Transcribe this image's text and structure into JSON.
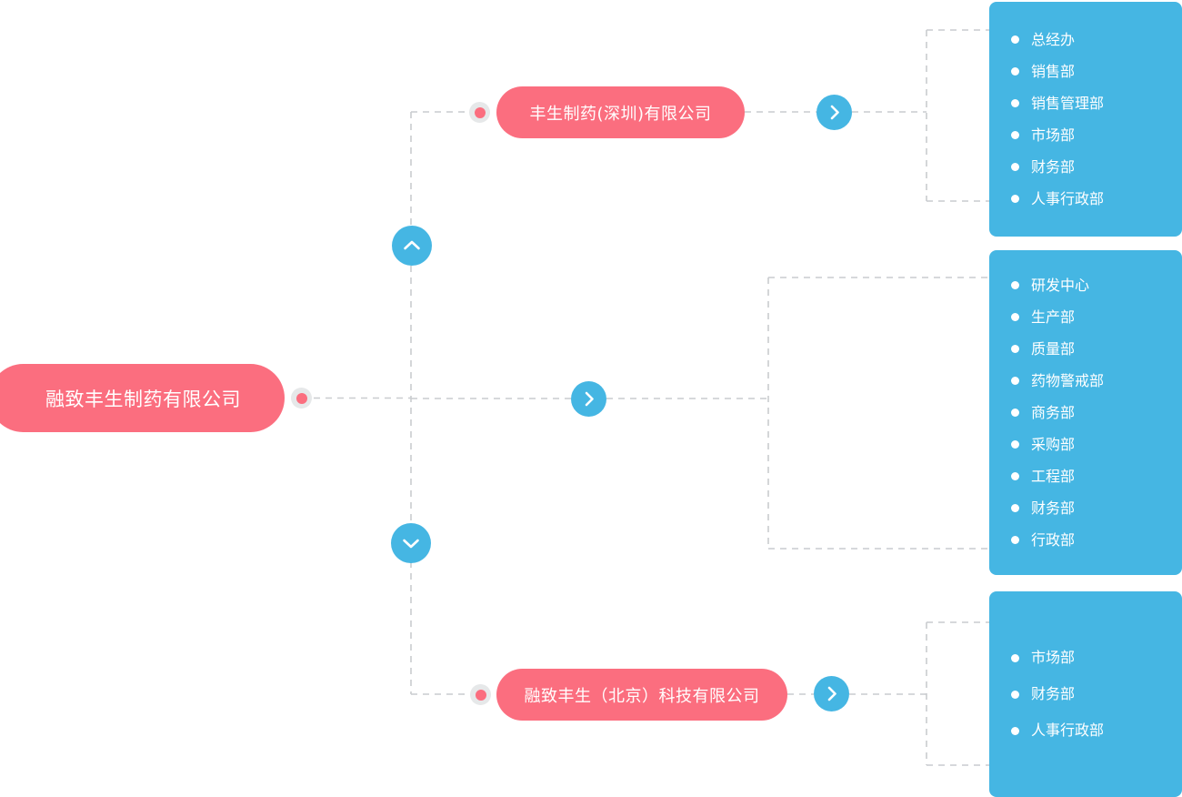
{
  "colors": {
    "pink": "#fb6e7f",
    "blue": "#45b6e3",
    "dash": "#c9cccf",
    "dot_ring": "#e6e8e9",
    "panel_text": "#ffffff",
    "background": "#ffffff"
  },
  "root": {
    "label": "融致丰生制药有限公司"
  },
  "branches": [
    {
      "id": "branch-a",
      "label": "丰生制药(深圳)有限公司",
      "has_pill": true,
      "expand_icon": "chevron-right-icon",
      "departments": [
        "总经办",
        "销售部",
        "销售管理部",
        "市场部",
        "财务部",
        "人事行政部"
      ]
    },
    {
      "id": "branch-b",
      "label": "",
      "has_pill": false,
      "expand_icon": "chevron-right-icon",
      "departments": [
        "研发中心",
        "生产部",
        "质量部",
        "药物警戒部",
        "商务部",
        "采购部",
        "工程部",
        "财务部",
        "行政部"
      ]
    },
    {
      "id": "branch-c",
      "label": "融致丰生（北京）科技有限公司",
      "has_pill": true,
      "expand_icon": "chevron-right-icon",
      "departments": [
        "市场部",
        "财务部",
        "人事行政部"
      ]
    }
  ],
  "controls": {
    "scroll_up_icon": "chevron-up-icon",
    "scroll_down_icon": "chevron-down-icon"
  }
}
